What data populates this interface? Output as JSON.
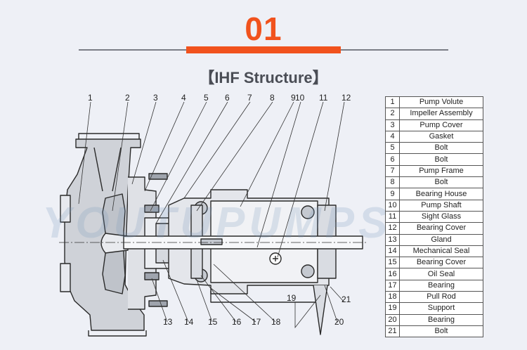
{
  "header": {
    "section_number": "01",
    "title": "【IHF Structure】",
    "accent_color": "#f1521d"
  },
  "watermark": "YOUTUPUMPS",
  "callouts_top": [
    "1",
    "2",
    "3",
    "4",
    "5",
    "6",
    "7",
    "8",
    "9",
    "10",
    "11",
    "12"
  ],
  "callouts_bottom": [
    "13",
    "14",
    "15",
    "16",
    "17",
    "18",
    "19",
    "20",
    "21"
  ],
  "parts": [
    {
      "no": "1",
      "name": "Pump Volute"
    },
    {
      "no": "2",
      "name": "Impeller Assembly"
    },
    {
      "no": "3",
      "name": "Pump Cover"
    },
    {
      "no": "4",
      "name": "Gasket"
    },
    {
      "no": "5",
      "name": "Bolt"
    },
    {
      "no": "6",
      "name": "Bolt"
    },
    {
      "no": "7",
      "name": "Pump Frame"
    },
    {
      "no": "8",
      "name": "Bolt"
    },
    {
      "no": "9",
      "name": "Bearing House"
    },
    {
      "no": "10",
      "name": "Pump Shaft"
    },
    {
      "no": "11",
      "name": "Sight Glass"
    },
    {
      "no": "12",
      "name": "Bearing Cover"
    },
    {
      "no": "13",
      "name": "Gland"
    },
    {
      "no": "14",
      "name": "Mechanical Seal"
    },
    {
      "no": "15",
      "name": "Bearing Cover"
    },
    {
      "no": "16",
      "name": "Oil Seal"
    },
    {
      "no": "17",
      "name": "Bearing"
    },
    {
      "no": "18",
      "name": "Pull Rod"
    },
    {
      "no": "19",
      "name": "Support"
    },
    {
      "no": "20",
      "name": "Bearing"
    },
    {
      "no": "21",
      "name": "Bolt"
    }
  ]
}
